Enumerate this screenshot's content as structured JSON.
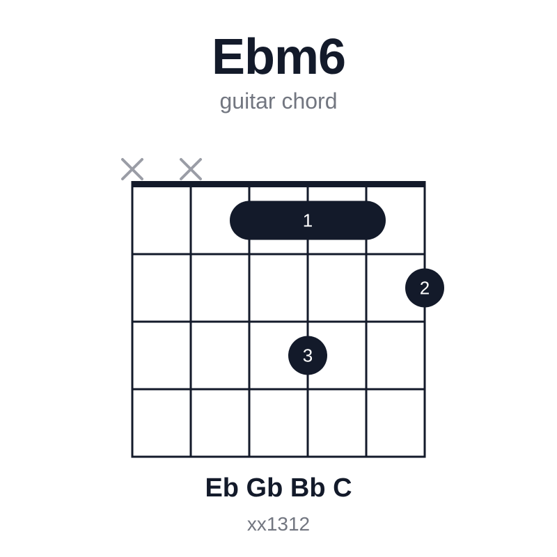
{
  "chord": {
    "name": "Ebm6",
    "instrument_label": "guitar chord",
    "notes": "Eb Gb Bb C",
    "fingering": "xx1312"
  },
  "diagram": {
    "strings": 6,
    "frets": 4,
    "muted_strings": [
      1,
      2
    ],
    "barre": {
      "fret": 1,
      "from_string": 3,
      "to_string": 5,
      "finger": "1"
    },
    "dots": [
      {
        "string": 6,
        "fret": 2,
        "finger": "2"
      },
      {
        "string": 4,
        "fret": 3,
        "finger": "3"
      }
    ]
  },
  "colors": {
    "ink": "#131a2a",
    "muted_mark": "#9a9da6",
    "secondary_text": "#727680",
    "dot_text": "#ffffff"
  }
}
